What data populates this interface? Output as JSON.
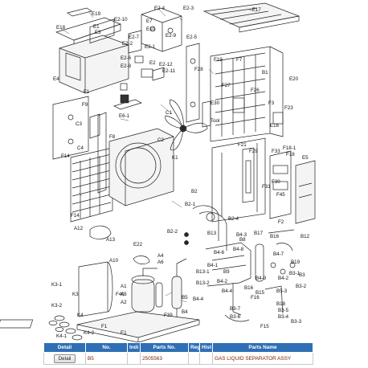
{
  "labels": {
    "E19": "E19",
    "E18": "E18",
    "E1": "E1",
    "E10_1": "E2-10",
    "E2_4": "E2-4",
    "E2_3": "E2-3",
    "E7": "E7",
    "E10": "E10",
    "E2_9": "E2-9",
    "E2_5": "E2-5",
    "E3": "E3",
    "E2_7": "E2-7",
    "E2_2": "E2-2",
    "E2_1": "E2-1",
    "E2_6": "E2-6",
    "E2_8": "E2-8",
    "E2": "E2",
    "E2_12": "E2-12",
    "E2_11": "E2-11",
    "E4": "E4",
    "F17": "F17",
    "F19": "F19",
    "F7": "F7",
    "F28": "F28",
    "B1": "B1",
    "E20": "E20",
    "F27": "F27",
    "F26": "F26",
    "F23": "F23",
    "E30": "E30",
    "F3": "F3",
    "E16": "E16",
    "F1": "F1",
    "F9": "F9",
    "C3": "C3",
    "E6_1": "E6-1",
    "C1": "C1",
    "Tool": "Tool",
    "F8": "F8",
    "C2": "C2",
    "C4": "C4",
    "F14": "F14",
    "F14b": "F14",
    "K1": "K1",
    "F21": "F21",
    "F33": "F33",
    "F18_1": "F18-1",
    "F18": "F18",
    "E5": "E5",
    "F29": "F29",
    "F30": "F30",
    "F31": "F31",
    "F45": "F45",
    "F2": "F2",
    "B2": "B2",
    "B2_1": "B2-1",
    "B2_2": "B2-2",
    "B2_4": "B2-4",
    "B4_3": "B4-3",
    "A": "A",
    "Bm": "B",
    "A12": "A12",
    "A13": "A13",
    "E22": "E22",
    "A4": "A4",
    "A6": "A6",
    "A10": "A10",
    "B13": "B13",
    "B17": "B17",
    "B8": "B8",
    "B16": "B16",
    "B12": "B12",
    "B4_6": "B4-6",
    "B4_8": "B4-8",
    "B19": "B19",
    "B4_7": "B4-7",
    "B13_1": "B13-1",
    "B13_2": "B13-2",
    "B9": "B9",
    "B4_1": "B4-1",
    "B4_2": "B4-2",
    "B4_9": "B4-9",
    "B4_2b": "B4-2",
    "B5_3": "B5-3",
    "B3": "B3",
    "B3_1": "B3-1",
    "B3_2": "B3-2",
    "B4_4": "B4-4",
    "B16b": "B16",
    "B15": "B15",
    "B18": "B18",
    "B3_5": "B3-5",
    "B3_4": "B3-4",
    "B3_3": "B3-3",
    "F16": "F16",
    "F15": "F15",
    "B3_7": "B3-7",
    "B3_6": "B3-6",
    "A1": "A1",
    "A3": "A3",
    "A2": "A2",
    "B5": "B5",
    "B4": "B4",
    "B4_4b": "B4-4",
    "K3_1": "K3-1",
    "K3": "K3",
    "K3_2": "K3-2",
    "F40": "F40",
    "F39": "F39",
    "K4": "K4",
    "F1b": "F1",
    "K4_2": "K4-2",
    "E1b": "E1",
    "K4_1": "K4-1"
  },
  "table": {
    "headers": [
      "Detail",
      "No.",
      "Indi",
      "Parts No.",
      "Reg",
      "Hist",
      "Parts Name"
    ],
    "row": {
      "detail_button": "Detail",
      "no": "B5",
      "indi": "",
      "parts_no": "2505563",
      "reg": "",
      "hist": "",
      "parts_name": "GAS LIQUID SEPARATOR ASSY"
    }
  },
  "colors": {
    "header_bg": "#2e6fb5",
    "header_text": "#ffffff",
    "row_text": "#7a1b00"
  }
}
